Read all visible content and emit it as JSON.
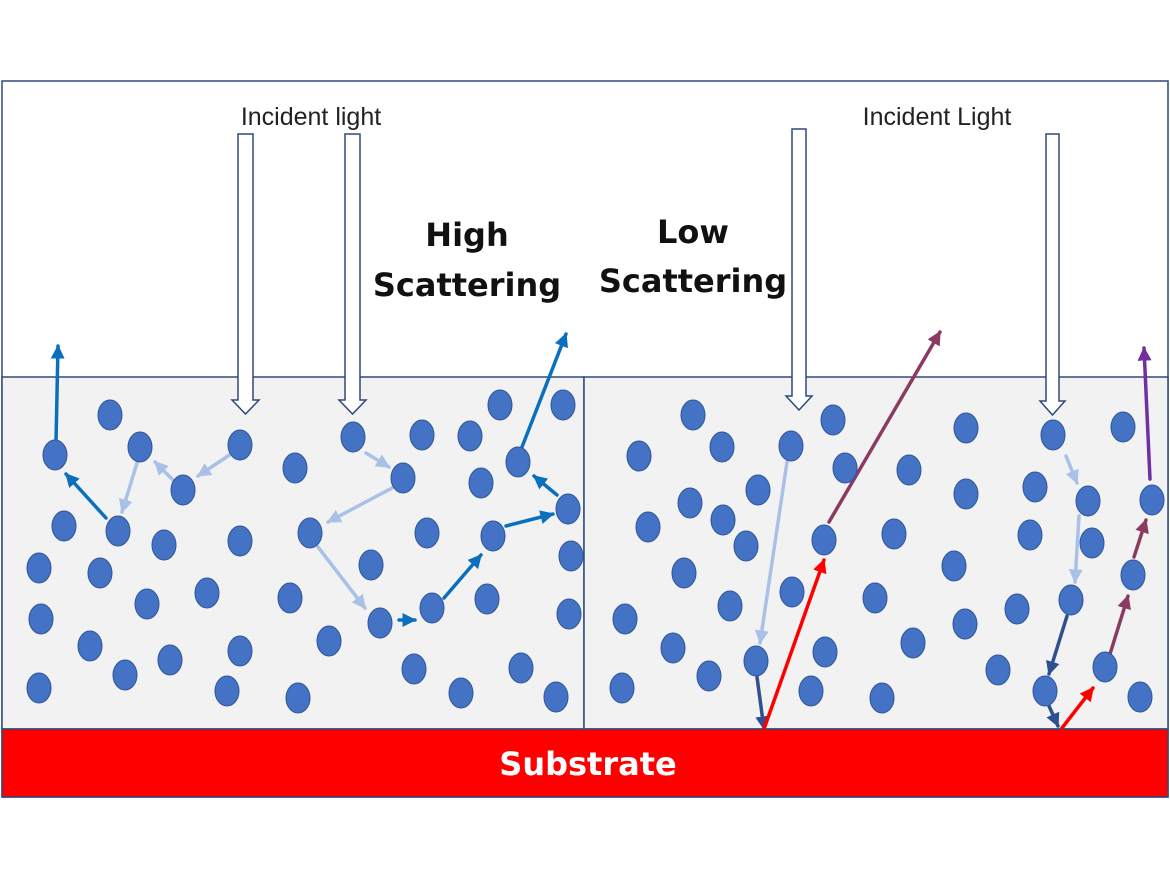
{
  "labels": {
    "incident_left": "Incident light",
    "incident_right": "Incident Light",
    "high_line1": "High",
    "high_line2": "Scattering",
    "low_line1": "Low",
    "low_line2": "Scattering",
    "substrate": "Substrate"
  },
  "colors": {
    "particle_fill": "#4472c4",
    "particle_stroke": "#2f5597",
    "medium_fill": "#f2f2f2",
    "frame": "#2e4a7a",
    "substrate": "#ff0000",
    "arrow_blue": "#0a6fbd",
    "arrow_lightblue": "#a9c1e6",
    "arrow_navy": "#2f4f8f",
    "arrow_red": "#ff0000",
    "arrow_maroon": "#8b3a62",
    "arrow_purple": "#7030a0"
  }
}
